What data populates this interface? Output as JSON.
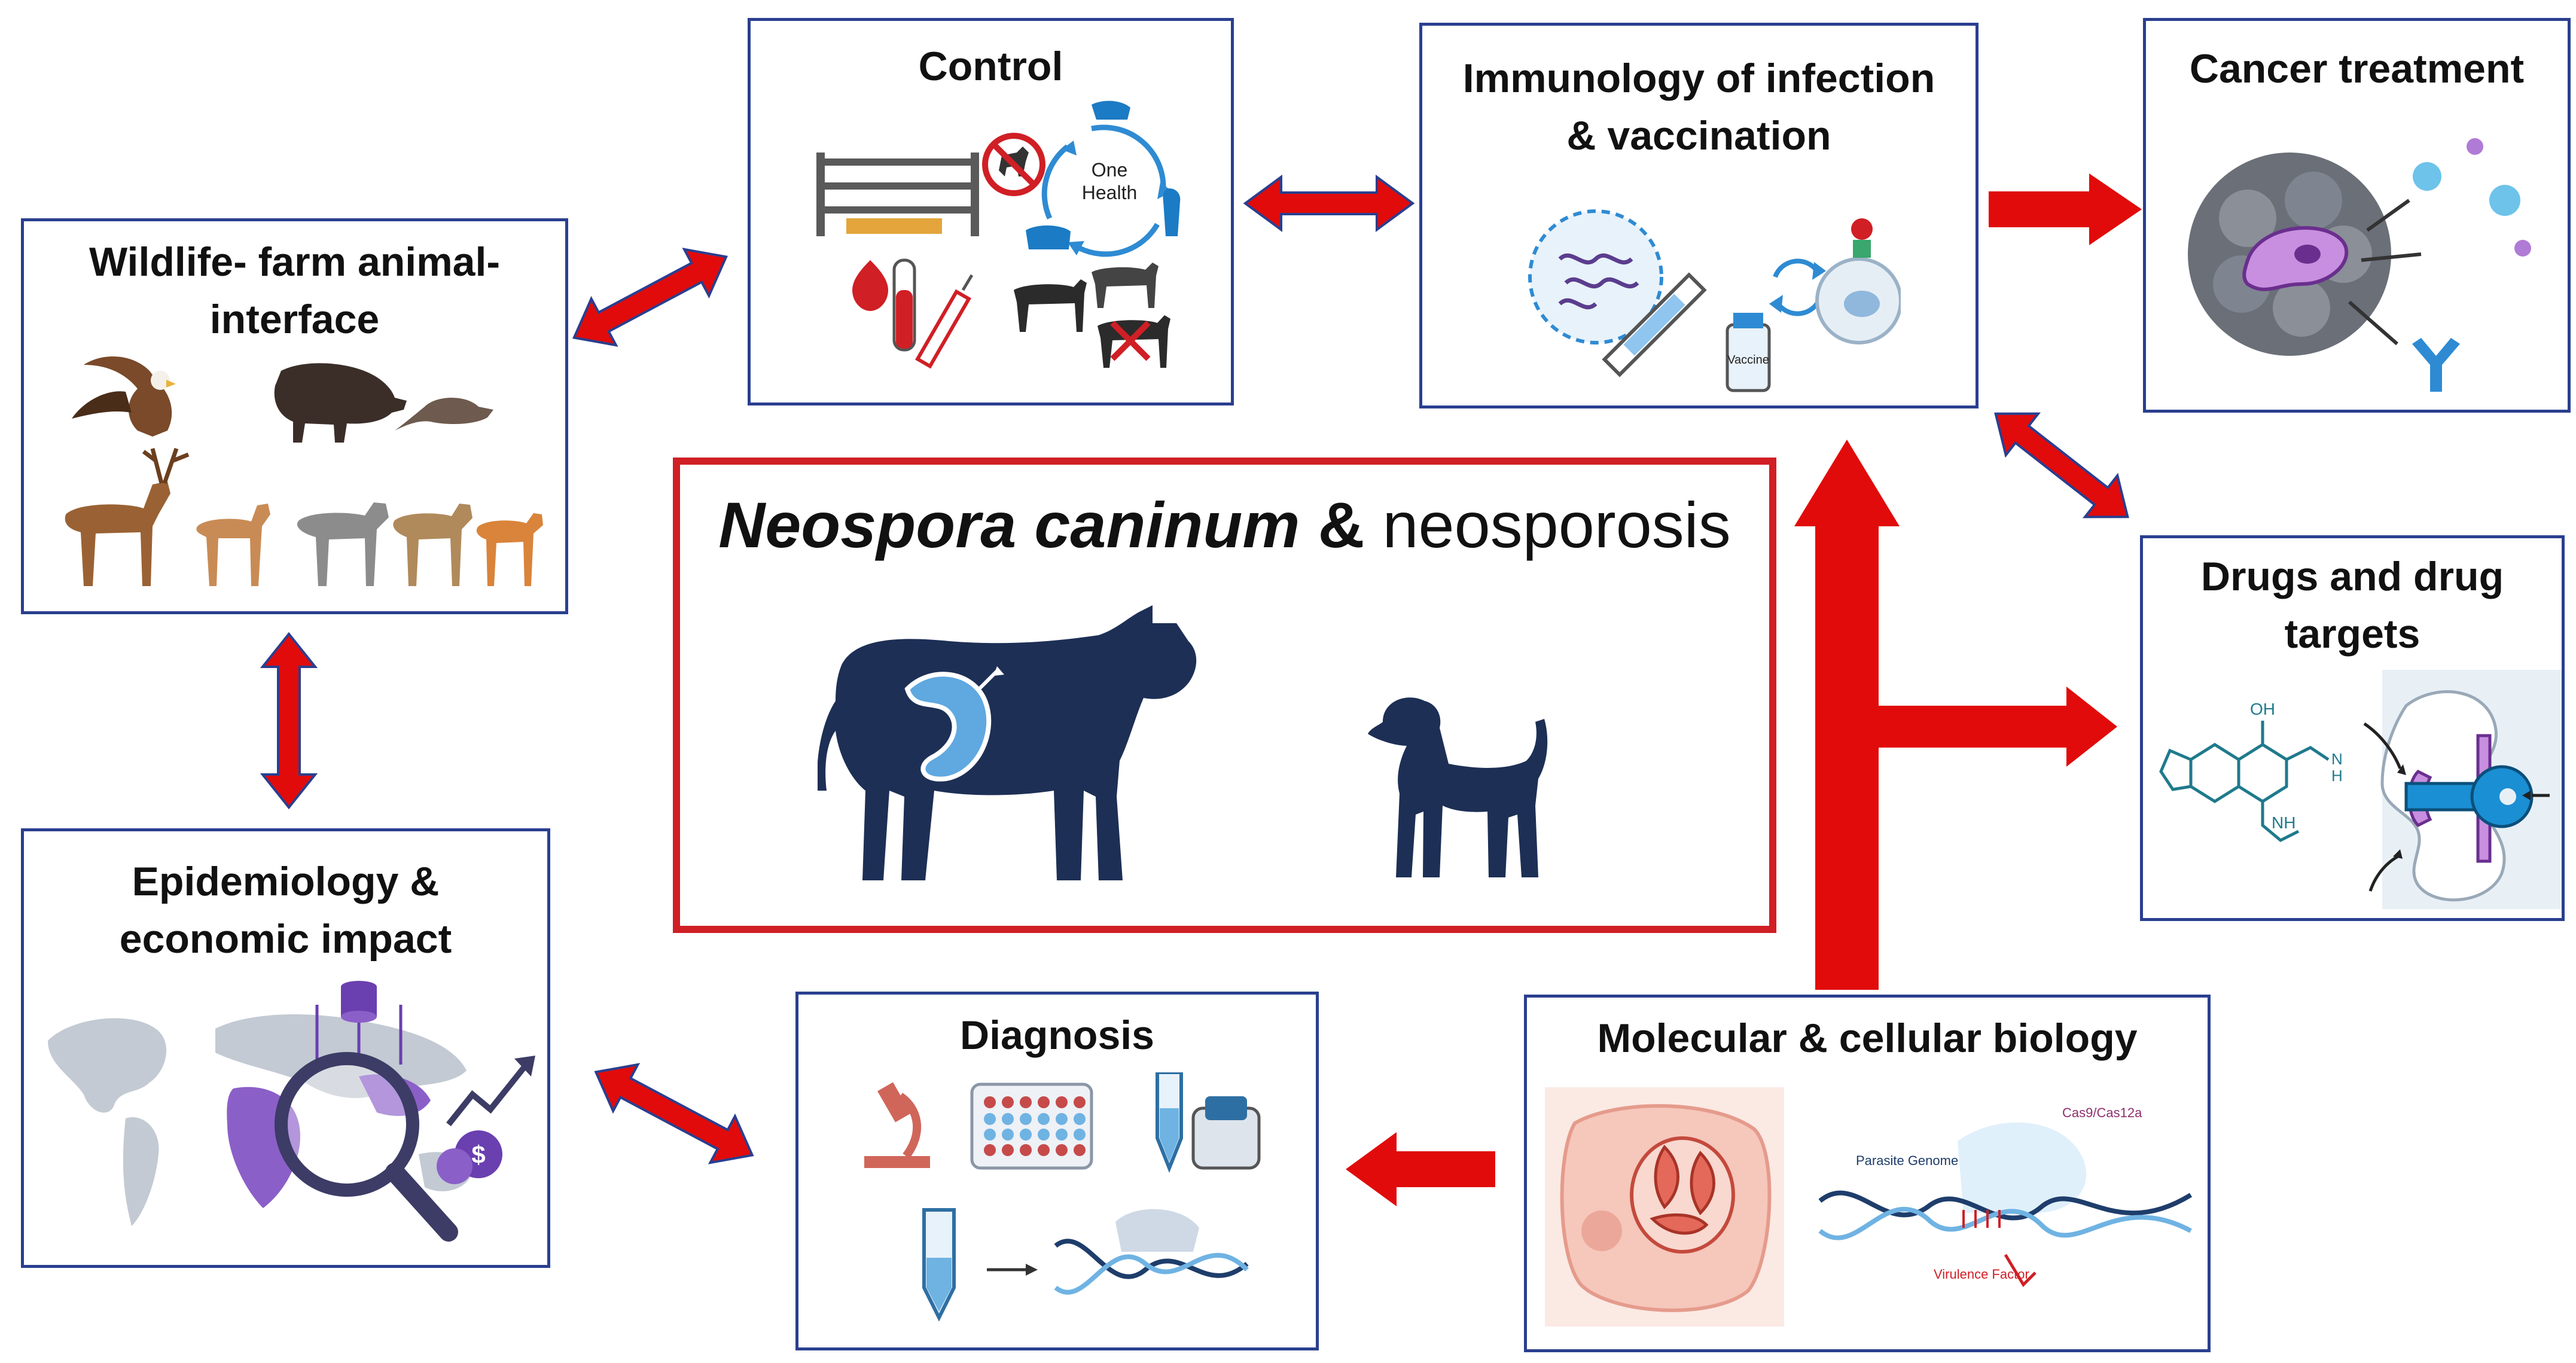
{
  "colors": {
    "box_border": "#2a3f8f",
    "center_border": "#d01f25",
    "arrow_fill": "#e10b0b",
    "arrow_stroke": "#2a3f8f",
    "animal_silhouette": "#1d2f55",
    "parasite": "#5fa8e0"
  },
  "center": {
    "title_italic": "Neospora caninum",
    "title_amp": "&",
    "title_rest": " neosporosis",
    "icons": [
      "cow-icon",
      "parasite-icon",
      "dog-icon"
    ]
  },
  "boxes": {
    "wildlife": {
      "title": "Wildlife- farm animal-\ninterface",
      "icons": [
        "eagle-icon",
        "boar-icon",
        "rat-icon",
        "deer-icon",
        "wolf-icon",
        "fox-icon"
      ]
    },
    "control": {
      "title": "Control",
      "badge": "One\nHealth",
      "icons": [
        "pen-icon",
        "no-dog-icon",
        "cycle-icon",
        "blood-tube-icon",
        "syringe-icon",
        "cattle-icon"
      ]
    },
    "immunology": {
      "title": "Immunology of infection\n& vaccination",
      "vial_label": "Vaccine",
      "icons": [
        "virus-icon",
        "syringe-icon",
        "vial-icon",
        "exchange-icon",
        "immune-cell-icon"
      ]
    },
    "cancer": {
      "title": "Cancer treatment",
      "icons": [
        "tumor-icon",
        "parasite-icon",
        "antibody-icon"
      ]
    },
    "drugs": {
      "title": "Drugs and drug\ntargets",
      "molecule_labels": {
        "oh": "OH",
        "nh": "NH",
        "n_h": "N\nH",
        "n": "N",
        "h": "H"
      },
      "icons": [
        "molecule-icon",
        "key-icon",
        "lock-icon"
      ]
    },
    "epidemiology": {
      "title": "Epidemiology &\neconomic impact",
      "icons": [
        "world-map-icon",
        "magnifier-icon",
        "database-icon",
        "trend-arrow-icon",
        "coins-icon"
      ]
    },
    "diagnosis": {
      "title": "Diagnosis",
      "icons": [
        "microscope-icon",
        "well-plate-icon",
        "pcr-tube-icon",
        "dna-scissors-icon"
      ]
    },
    "molecular": {
      "title": "Molecular & cellular biology",
      "dna_labels": {
        "genome": "Parasite Genome",
        "cas": "Cas9/Cas12a",
        "virulence": "Virulence Factor"
      },
      "icons": [
        "host-cell-icon",
        "dna-crispr-icon"
      ]
    }
  }
}
